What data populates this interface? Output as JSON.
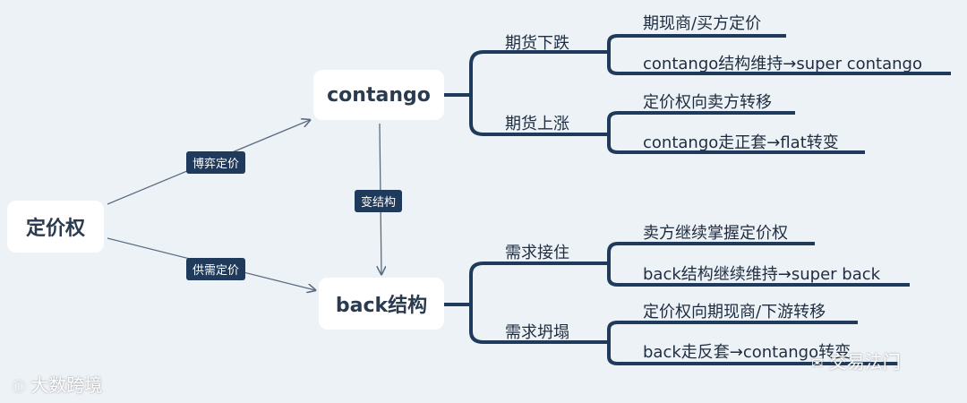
{
  "colors": {
    "background": "#edf2f7",
    "node": "#ffffff",
    "line": "#1f3a5b",
    "label_bg": "#1f3a5b"
  },
  "root": {
    "label": "定价权"
  },
  "edges": {
    "root_to_contango": "博弈定价",
    "root_to_back": "供需定价",
    "contango_to_back": "变结构"
  },
  "contango": {
    "label": "contango",
    "branches": [
      {
        "label": "期货下跌",
        "leaves": [
          "期现商/买方定价",
          "contango结构维持→super contango"
        ]
      },
      {
        "label": "期货上涨",
        "leaves": [
          "定价权向卖方转移",
          "contango走正套→flat转变"
        ]
      }
    ]
  },
  "back": {
    "label": "back结构",
    "branches": [
      {
        "label": "需求接住",
        "leaves": [
          "卖方继续掌握定价权",
          "back结构继续维持→super back"
        ]
      },
      {
        "label": "需求坍塌",
        "leaves": [
          "定价权向期现商/下游转移",
          "back走反套→contango转变"
        ]
      }
    ]
  },
  "watermarks": {
    "left": "大数跨境",
    "right": "交易法门"
  }
}
